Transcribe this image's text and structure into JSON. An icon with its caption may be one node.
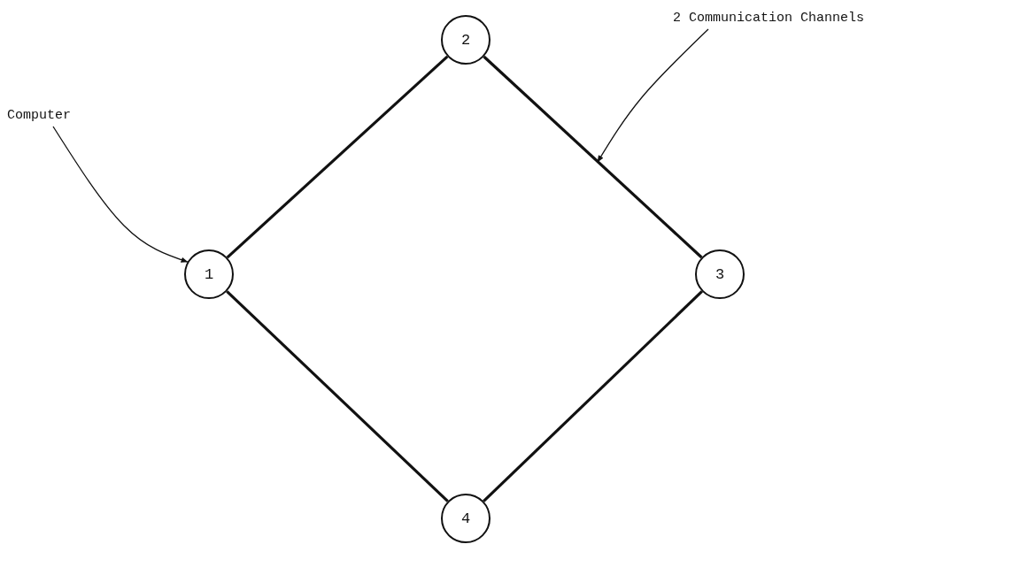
{
  "diagram": {
    "nodes": [
      {
        "text": [
          "1"
        ]
      },
      {
        "text": [
          "2"
        ]
      },
      {
        "text": [
          "3"
        ]
      },
      {
        "text": [
          "4"
        ]
      },
      {
        "text": [
          "Computer"
        ]
      },
      {
        "text": [
          "2 Communication Channels"
        ]
      }
    ],
    "edges": [
      {
        "from": 0,
        "to": 1,
        "arrow": "none"
      },
      {
        "from": 1,
        "to": 2,
        "arrow": "none"
      },
      {
        "from": 2,
        "to": 3,
        "arrow": "none"
      },
      {
        "from": 3,
        "to": 0,
        "arrow": "none"
      },
      {
        "from": 4,
        "to": 0,
        "arrow": "to"
      },
      {
        "from": 5,
        "to": null,
        "arrow": "to"
      }
    ]
  }
}
